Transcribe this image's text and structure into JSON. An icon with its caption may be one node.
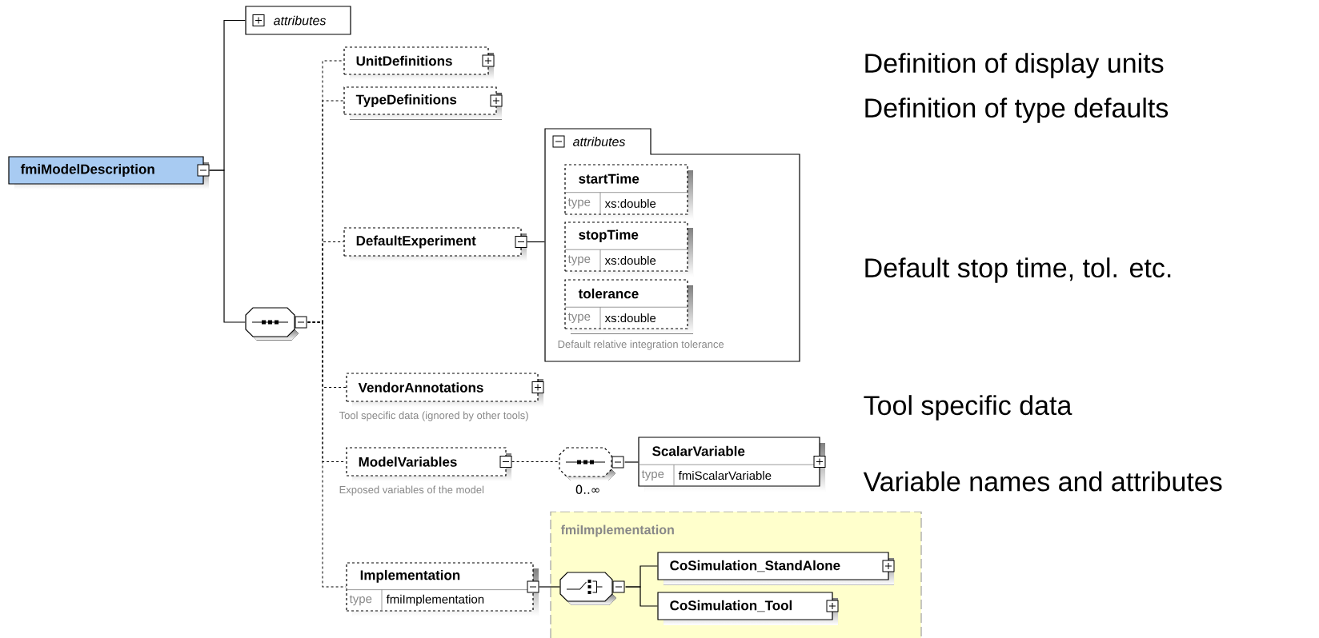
{
  "diagram": {
    "nodes": [
      {
        "text": [
          "fmiModelDescription"
        ]
      },
      {
        "text": [
          "attributes"
        ]
      },
      {
        "text": [],
        "shape": "octagon"
      },
      {
        "text": [
          "UnitDefinitions"
        ]
      },
      {
        "text": [
          "TypeDefinitions"
        ]
      },
      {
        "text": [
          "DefaultExperiment"
        ]
      },
      {
        "text": [
          "attributes"
        ]
      },
      {
        "text": [
          "startTime",
          "type",
          "xs:double"
        ],
        "in": 6
      },
      {
        "text": [
          "stopTime",
          "type",
          "xs:double"
        ],
        "in": 6
      },
      {
        "text": [
          "tolerance",
          "type",
          "xs:double"
        ],
        "in": 6,
        "beside": [
          "Default relative integration tolerance"
        ]
      },
      {
        "text": [
          "VendorAnnotations"
        ],
        "beside": [
          "Tool specific data (ignored by other tools)"
        ]
      },
      {
        "text": [
          "ModelVariables"
        ],
        "beside": [
          "Exposed variables of the model"
        ]
      },
      {
        "text": [],
        "shape": "octagon",
        "beside": [
          "0..∞"
        ]
      },
      {
        "text": [
          "ScalarVariable",
          "type",
          "fmiScalarVariable"
        ]
      },
      {
        "text": [
          "fmiImplementation"
        ]
      },
      {
        "text": [
          "Implementation",
          "type",
          "fmiImplementation"
        ]
      },
      {
        "text": [],
        "shape": "octagon",
        "in": 14
      },
      {
        "text": [
          "CoSimulation_StandAlone"
        ],
        "in": 14
      },
      {
        "text": [
          "CoSimulation_Tool"
        ],
        "in": 14
      }
    ],
    "edges": [
      {
        "from": 0,
        "to": 1,
        "arrow": "none"
      },
      {
        "from": 0,
        "to": 2,
        "arrow": "none"
      },
      {
        "from": 2,
        "to": 3,
        "arrow": "none",
        "style": "dashed"
      },
      {
        "from": 2,
        "to": 4,
        "arrow": "none",
        "style": "dashed"
      },
      {
        "from": 2,
        "to": 5,
        "arrow": "none",
        "style": "dashed"
      },
      {
        "from": 2,
        "to": 10,
        "arrow": "none",
        "style": "dashed"
      },
      {
        "from": 2,
        "to": 11,
        "arrow": "none",
        "style": "dashed"
      },
      {
        "from": 2,
        "to": 15,
        "arrow": "none",
        "style": "dashed"
      },
      {
        "from": 5,
        "to": 6,
        "arrow": "none"
      },
      {
        "from": 11,
        "to": 12,
        "arrow": "none",
        "style": "dashed"
      },
      {
        "from": 12,
        "to": 13,
        "arrow": "none"
      },
      {
        "from": 15,
        "to": 16,
        "arrow": "none"
      },
      {
        "from": 16,
        "to": 17,
        "arrow": "none"
      },
      {
        "from": 16,
        "to": 18,
        "arrow": "none"
      }
    ],
    "labels": [
      "Definition of display units",
      "Definition of type defaults",
      "Default stop time, tol. etc.",
      "Tool specific data",
      "Variable names and attributes"
    ]
  }
}
